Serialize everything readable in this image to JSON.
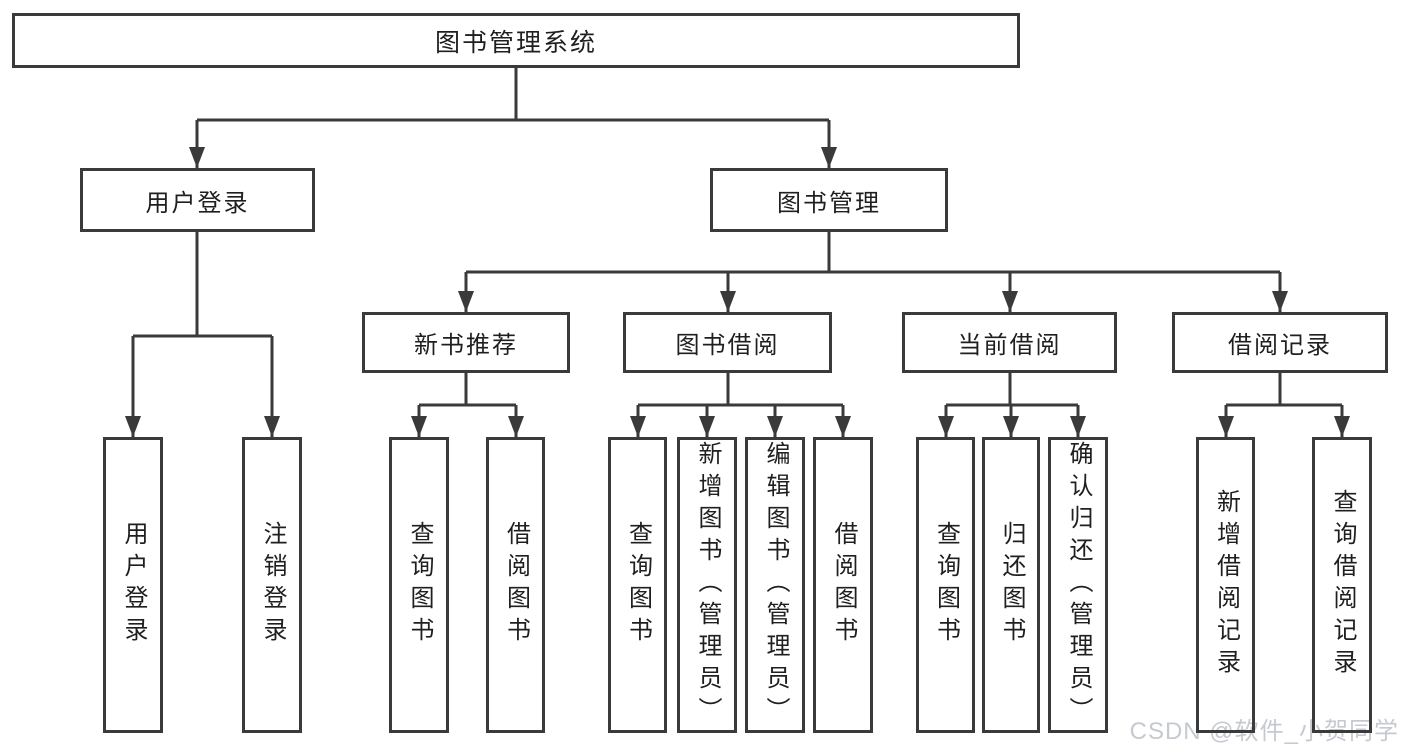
{
  "tree": {
    "root": {
      "label": "图书管理系统",
      "children": [
        {
          "label": "用户登录",
          "children": [
            {
              "label": "用户登录"
            },
            {
              "label": "注销登录"
            }
          ]
        },
        {
          "label": "图书管理",
          "children": [
            {
              "label": "新书推荐",
              "children": [
                {
                  "label": "查询图书"
                },
                {
                  "label": "借阅图书"
                }
              ]
            },
            {
              "label": "图书借阅",
              "children": [
                {
                  "label": "查询图书"
                },
                {
                  "label": "新增图书（管理员）"
                },
                {
                  "label": "编辑图书（管理员）"
                },
                {
                  "label": "借阅图书"
                }
              ]
            },
            {
              "label": "当前借阅",
              "children": [
                {
                  "label": "查询图书"
                },
                {
                  "label": "归还图书"
                },
                {
                  "label": "确认归还（管理员）"
                }
              ]
            },
            {
              "label": "借阅记录",
              "children": [
                {
                  "label": "新增借阅记录"
                },
                {
                  "label": "查询借阅记录"
                }
              ]
            }
          ]
        }
      ]
    }
  },
  "watermark": "CSDN @软件_小贺同学",
  "colors": {
    "line": "#3a3a3a",
    "text": "#1f1f1f",
    "background": "#ffffff",
    "watermark": "#c6c9cf"
  }
}
